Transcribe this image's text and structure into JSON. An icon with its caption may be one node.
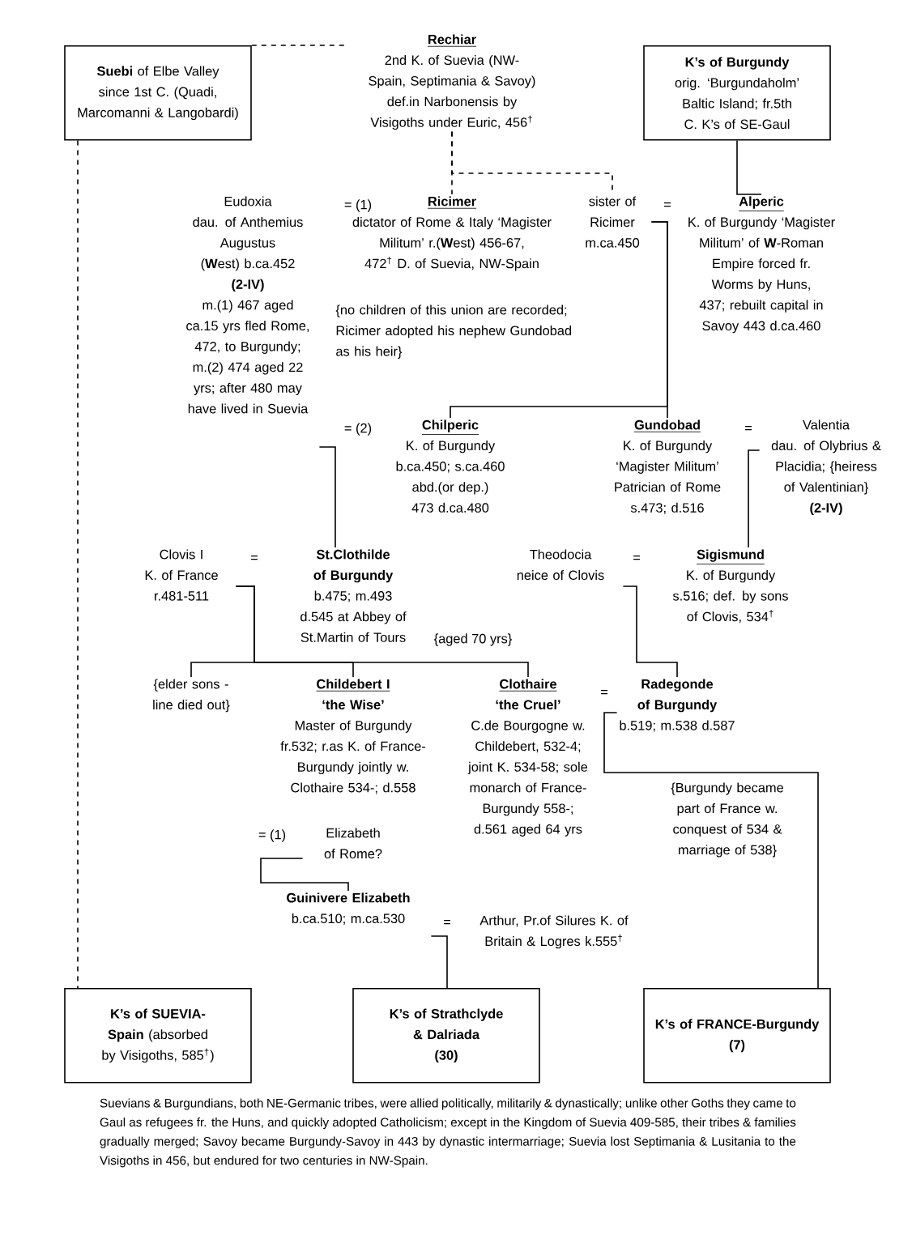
{
  "diagram": {
    "nodes": [
      {
        "text": [
          "**Suebi** of Elbe Valley since 1st C. (Quadi, Marcomanni & Langobardi)"
        ]
      },
      {
        "text": [
          "Rechiar",
          "2nd K. of Suevia (NW-Spain, Septimania & Savoy) def.in Narbonensis by Visigoths under Euric, 456$^{†}$"
        ]
      },
      {
        "text": [
          "K’s of Burgundy",
          "orig. ‘Burgundaholm’ Baltic Island; fr.5th C. K’s of SE-Gaul"
        ]
      },
      {
        "text": [
          "Eudoxia",
          "dau. of Anthemius Augustus (**W**est) b.ca.452",
          "(2-IV)",
          "m.(1) 467 aged ca.15 yrs fled Rome, 472, to Burgundy; m.(2) 474 aged 22 yrs; after 480 may have lived in Suevia"
        ]
      },
      {
        "text": [
          "Ricimer",
          "dictator of Rome & Italy ‘Magister Militum’ r.(**W**est) 456-67, 472$^{†}$ D. of Suevia, NW-Spain"
        ]
      },
      {
        "text": [
          "sister of Ricimer m.ca.450"
        ]
      },
      {
        "text": [
          "Alperic",
          "K. of Burgundy ‘Magister Militum’ of **W**-Roman Empire forced fr. Worms by Huns, 437; rebuilt capital in Savoy 443 d.ca.460"
        ]
      },
      {
        "text": [
          "Chilperic",
          "K. of Burgundy b.ca.450; s.ca.460 abd.(or dep.) 473 d.ca.480"
        ]
      },
      {
        "text": [
          "Gundobad",
          "K. of Burgundy ‘Magister Militum’ Patrician of Rome s.473; d.516"
        ]
      },
      {
        "text": [
          "Valentia",
          "dau. of Olybrius & Placidia; {heiress of Valentinian}",
          "(2-IV)"
        ]
      },
      {
        "text": [
          "Clovis I",
          "K. of France r.481-511"
        ]
      },
      {
        "text": [
          "St.Clothilde of Burgundy",
          "b.475; m.493 d.545 at Abbey of St.Martin of Tours"
        ],
        "beside": [
          "{aged 70 yrs}"
        ]
      },
      {
        "text": [
          "Theodocia",
          "neice of Clovis"
        ]
      },
      {
        "text": [
          "Sigismund",
          "K. of Burgundy s.516; def. by sons of Clovis, 534$^{†}$"
        ]
      },
      {
        "text": [
          "{elder sons - line died out}"
        ]
      },
      {
        "text": [
          "Childebert I",
          "‘the Wise’",
          "Master of Burgundy fr.532; r.as K. of France-Burgundy jointly w. Clothaire 534-; d.558"
        ]
      },
      {
        "text": [
          "Clothaire",
          "‘the Cruel’",
          "C.de Bourgogne w. Childebert, 532-4; joint K. 534-58; sole monarch of France-Burgundy 558-; d.561 aged 64 yrs"
        ]
      },
      {
        "text": [
          "Radegonde of Burgundy",
          "b.519; m.538 d.587"
        ]
      },
      {
        "text": [
          "Elizabeth of Rome?"
        ]
      },
      {
        "text": [
          "Guinivere Elizabeth",
          "b.ca.510; m.ca.530"
        ]
      },
      {
        "text": [
          "Arthur, Pr.of Silures K. of Britain & Logres k.555$^{†}$"
        ]
      },
      {
        "text": [
          "**K’s of SUEVIA-Spain** (absorbed by Visigoths, 585$^{†}$)"
        ]
      },
      {
        "text": [
          "K’s of Strathclyde & Dalriada",
          "(30)"
        ]
      },
      {
        "text": [
          "K’s of FRANCE-Burgundy",
          "(7)"
        ]
      }
    ],
    "edges": [
      {
        "from": 0,
        "to": 1,
        "arrow": "none",
        "style": "dashed"
      },
      {
        "from": 0,
        "to": 21,
        "arrow": "none",
        "style": "dashed"
      },
      {
        "from": 1,
        "to": 4,
        "arrow": "none",
        "style": "dashed"
      },
      {
        "from": 1,
        "to": 5,
        "arrow": "none",
        "style": "dashed"
      },
      {
        "from": 2,
        "to": 6,
        "arrow": "none"
      },
      {
        "from": 5,
        "to": 7,
        "arrow": "none"
      },
      {
        "from": 5,
        "to": 8,
        "arrow": "none"
      },
      {
        "from": 3,
        "to": 11,
        "arrow": "none"
      },
      {
        "from": 9,
        "to": 13,
        "arrow": "none"
      },
      {
        "from": 10,
        "to": 14,
        "arrow": "none"
      },
      {
        "from": 10,
        "to": 15,
        "arrow": "none"
      },
      {
        "from": 10,
        "to": 16,
        "arrow": "none"
      },
      {
        "from": 12,
        "to": 17,
        "arrow": "none"
      },
      {
        "from": 17,
        "to": 23,
        "arrow": "none"
      },
      {
        "from": 18,
        "to": 19,
        "arrow": "none"
      },
      {
        "from": 19,
        "to": 22,
        "arrow": "none"
      }
    ],
    "labels": [
      "= (1)",
      "=",
      "{no children of this union are recorded; Ricimer adopted his nephew Gundobad as his heir}",
      "= (2)",
      "=",
      "=",
      "=",
      "=",
      "{Burgundy became part of France w. conquest of 534 & marriage of 538}",
      "= (1)",
      "="
    ],
    "caption": "Suevians & Burgundians, both NE-Germanic tribes, were allied politically, militarily & dynastically; unlike other Goths they came to Gaul as refugees fr. the Huns, and quickly adopted Catholicism; except in the Kingdom of Suevia 409-585, their tribes & families gradually merged; Savoy became Burgundy-Savoy in 443 by dynastic intermarriage; Suevia lost Septimania & Lusitania to the Visigoths in 456, but endured for two centuries in NW-Spain."
  }
}
